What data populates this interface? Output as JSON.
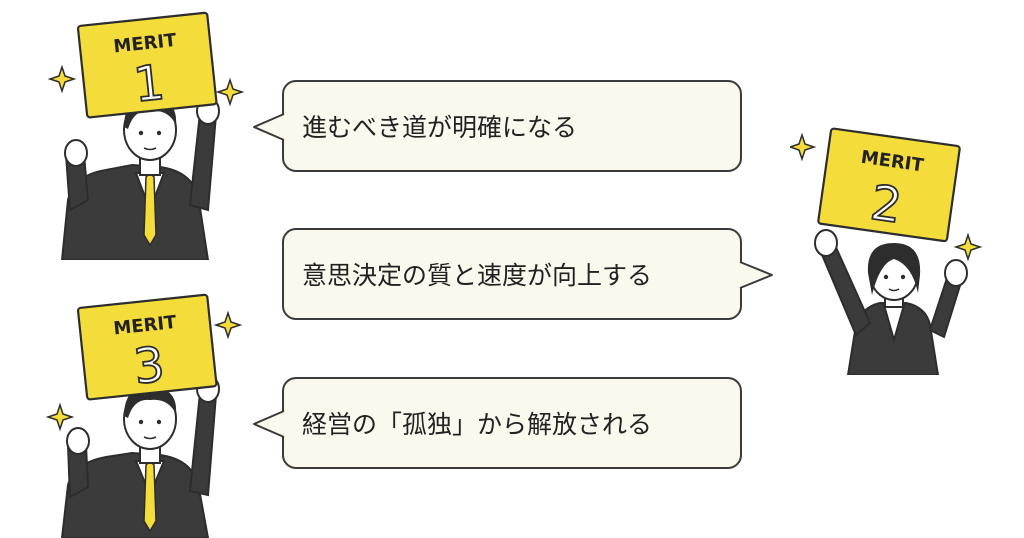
{
  "colors": {
    "sign_yellow": "#f4dd3a",
    "outline": "#2d2d2d",
    "bubble_fill": "#fbf8ee",
    "suit": "#3b3b3b",
    "tie": "#f4dd3a",
    "skin": "#ffffff",
    "sparkle": "#f4dd3a"
  },
  "merits": [
    {
      "sign_label": "MERIT",
      "sign_number": "1",
      "text": "進むべき道が明確になる"
    },
    {
      "sign_label": "MERIT",
      "sign_number": "2",
      "text": "意思決定の質と速度が向上する"
    },
    {
      "sign_label": "MERIT",
      "sign_number": "3",
      "text": "経営の「孤独」から解放される"
    }
  ]
}
